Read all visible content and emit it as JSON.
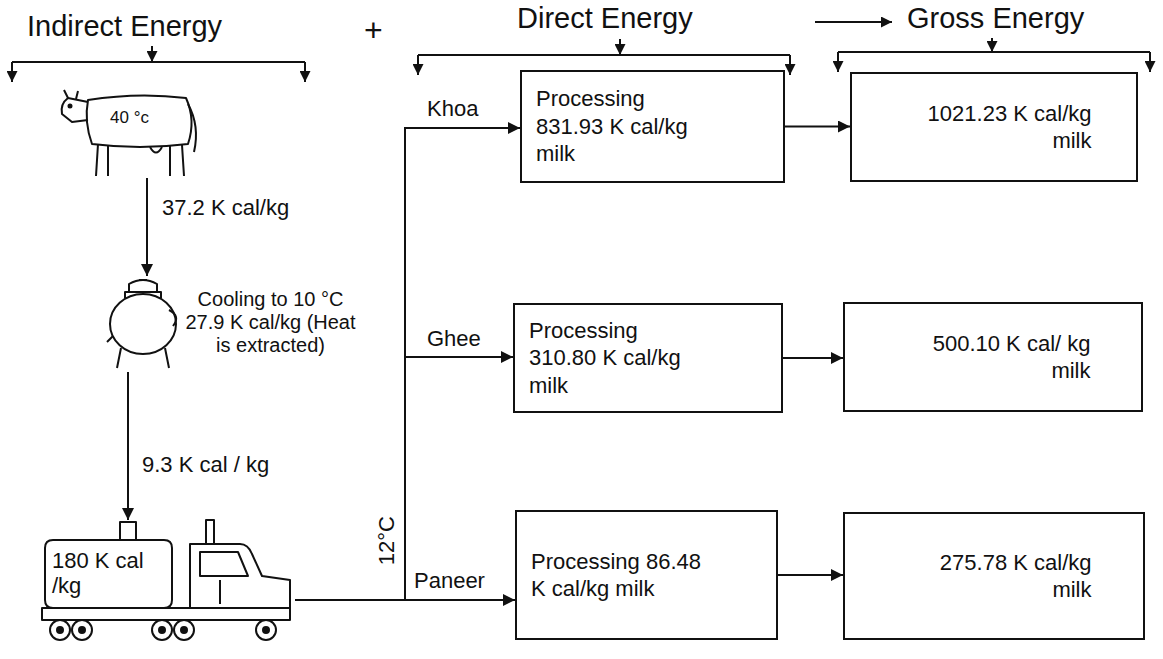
{
  "diagram": {
    "nodes": [
      {
        "text": [
          "40 °c"
        ]
      },
      {
        "text": [
          "Cooling to 10 °C 27.9 K cal/kg (Heat is extracted)"
        ]
      },
      {
        "text": [
          "180 K cal /kg"
        ]
      },
      {
        "text": [
          "Processing 831.93 K cal/kg milk"
        ]
      },
      {
        "text": [
          "1021.23 K cal/kg milk"
        ]
      },
      {
        "text": [
          "Processing 310.80 K cal/kg milk"
        ]
      },
      {
        "text": [
          "500.10 K cal/ kg milk"
        ]
      },
      {
        "text": [
          "Processing 86.48 K cal/kg milk"
        ]
      },
      {
        "text": [
          "275.78 K cal/kg milk"
        ]
      }
    ],
    "edges": [
      {
        "from": 0,
        "to": 1,
        "arrow": "to",
        "label": "37.2 K cal/kg"
      },
      {
        "from": 1,
        "to": 2,
        "arrow": "to",
        "label": "9.3 K cal / kg"
      },
      {
        "from": 2,
        "to": 3,
        "arrow": "to",
        "label": "Khoa"
      },
      {
        "from": 2,
        "to": 5,
        "arrow": "to",
        "label": "Ghee"
      },
      {
        "from": 2,
        "to": 7,
        "arrow": "to",
        "label": "Paneer"
      },
      {
        "from": 3,
        "to": 4,
        "arrow": "to"
      },
      {
        "from": 5,
        "to": 6,
        "arrow": "to"
      },
      {
        "from": 7,
        "to": 8,
        "arrow": "to"
      }
    ],
    "labels": [
      "Indirect Energy",
      "+",
      "Direct Energy",
      "Gross Energy",
      "12°C"
    ]
  }
}
